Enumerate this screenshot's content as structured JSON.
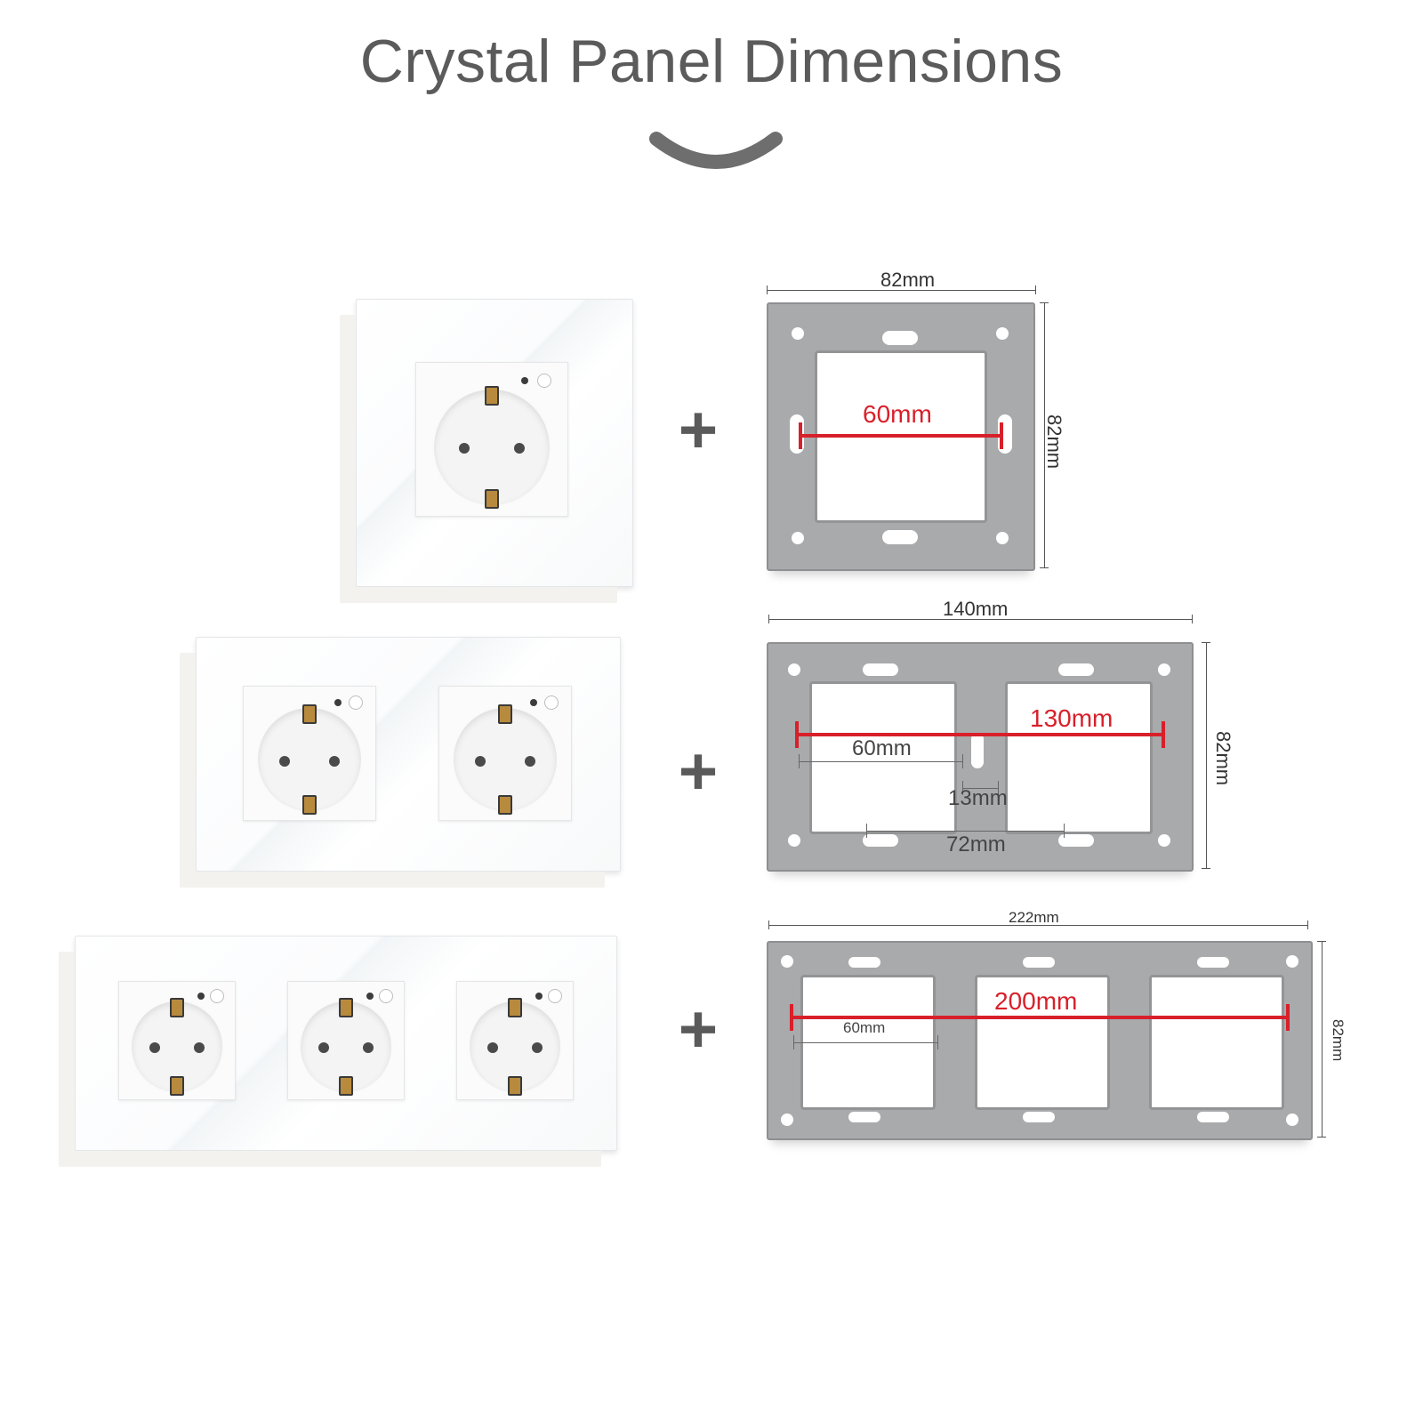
{
  "title": "Crystal Panel Dimensions",
  "plus_symbol": "+",
  "frames": {
    "single": {
      "width": "82mm",
      "height": "82mm",
      "spacing": "60mm"
    },
    "double": {
      "width": "140mm",
      "height": "82mm",
      "overall": "130mm",
      "spacing": "60mm",
      "gap": "13mm",
      "center": "72mm"
    },
    "triple": {
      "width": "222mm",
      "height": "82mm",
      "overall": "200mm",
      "spacing": "60mm"
    }
  },
  "colors": {
    "measure_red": "#d8202a",
    "frame_gray": "#a9aaac",
    "title_gray": "#5b5b5b"
  }
}
